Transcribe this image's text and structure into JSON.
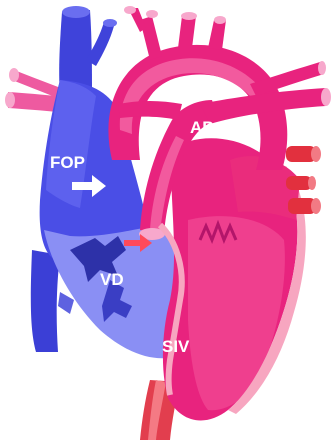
{
  "labels": {
    "ap": "AP",
    "fop": "FOP",
    "vd": "VD",
    "siv": "SIV"
  },
  "colors": {
    "blue": "#4a4ee6",
    "blue_dark": "#3235b8",
    "blue_light": "#8e93f5",
    "magenta": "#e8238a",
    "magenta_dark": "#b3156a",
    "pink_light": "#f6a0bf",
    "pink_wall": "#f4b8c8",
    "red": "#e8424c",
    "arrow_white": "#ffffff",
    "arrow_red": "#ff4a5a"
  }
}
